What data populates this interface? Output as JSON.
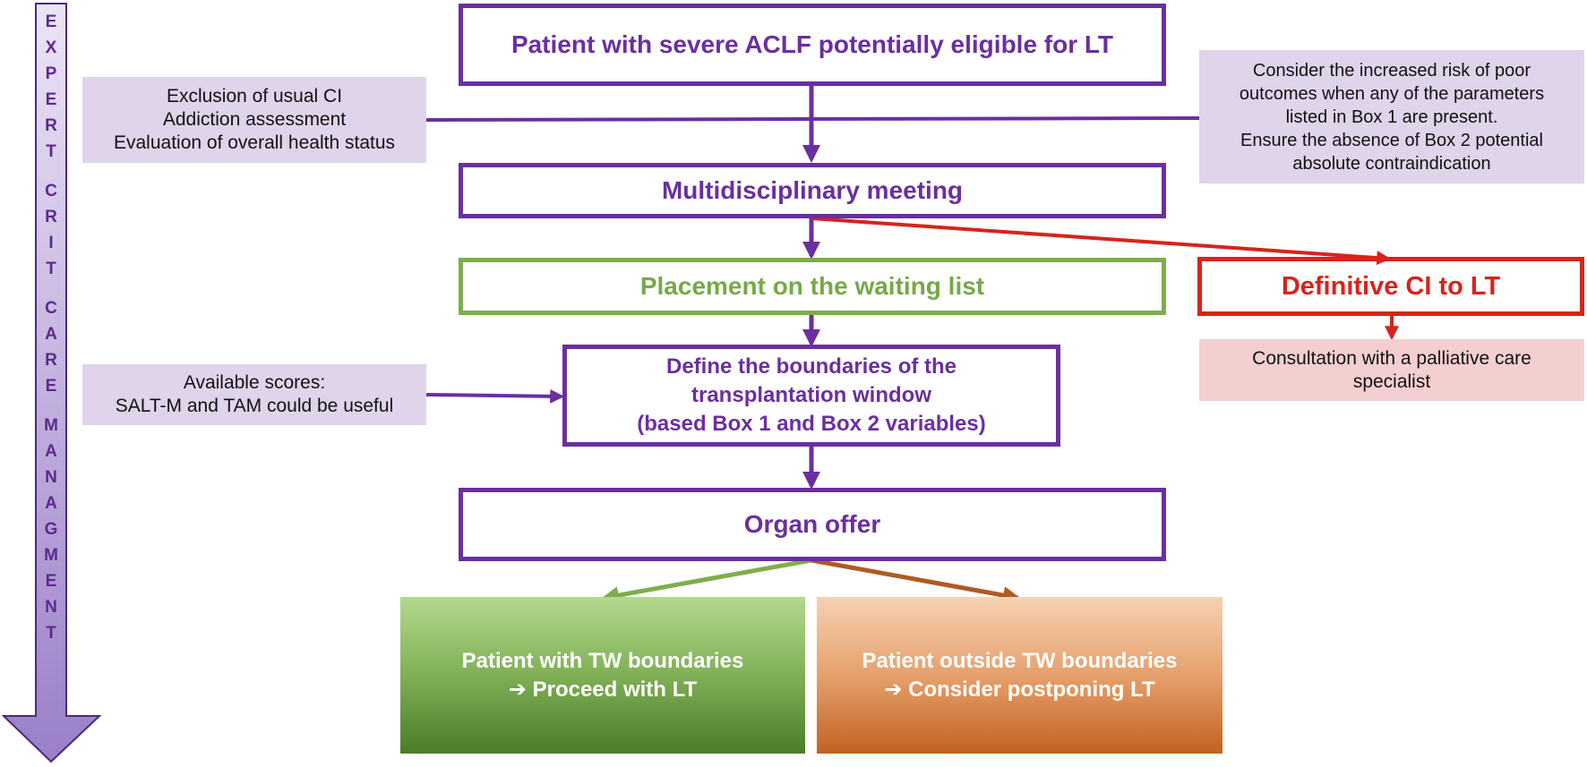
{
  "sidebar": {
    "words": [
      "EXPERT",
      "CRIT",
      "CARE",
      "MANAGMENT"
    ]
  },
  "nodes": {
    "patient_eligible": "Patient with severe ACLF potentially eligible for LT",
    "multidisciplinary": "Multidisciplinary meeting",
    "waiting_list": "Placement on the waiting list",
    "definitive_ci": "Definitive CI to LT",
    "define_boundaries": {
      "line1": "Define the boundaries of the",
      "line2": "transplantation window",
      "line3": "(based Box 1 and Box 2 variables)"
    },
    "organ_offer": "Organ offer"
  },
  "notes": {
    "exclusion": {
      "line1": "Exclusion of usual CI",
      "line2": "Addiction assessment",
      "line3": "Evaluation of overall health status"
    },
    "risk": {
      "line1": "Consider the increased risk of poor",
      "line2": "outcomes when any of the parameters",
      "line3": "listed in Box 1 are present.",
      "line4": "Ensure the absence of Box 2 potential",
      "line5": "absolute contraindication"
    },
    "palliative": {
      "line1": "Consultation with a palliative care",
      "line2": "specialist"
    },
    "scores": {
      "line1": "Available scores:",
      "line2": "SALT-M and TAM could be useful"
    }
  },
  "outcomes": {
    "proceed": {
      "line1": "Patient with TW boundaries",
      "line2": "➔ Proceed with LT"
    },
    "postpone": {
      "line1": "Patient outside TW boundaries",
      "line2": "➔ Consider postponing LT"
    }
  },
  "colors": {
    "purple": "#6a2fa0",
    "green": "#7fad4c",
    "red": "#d8231c",
    "brown": "#b05a24",
    "sidebar_arrow": "#a58bd0"
  }
}
